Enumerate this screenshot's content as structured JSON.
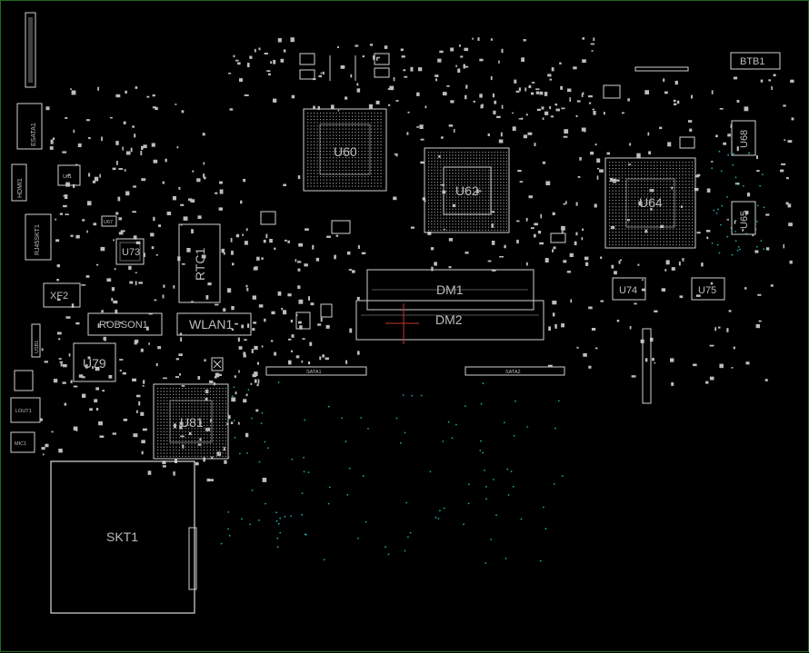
{
  "board": {
    "border_color": "#1f6b1f",
    "background": "#000000",
    "silk_color": "#cfcfcf",
    "via_color": "#1fa6a6"
  },
  "labels": {
    "btb1": "BTB1",
    "esata1": "ESATA1",
    "hdmi1": "HDMI1",
    "rj45skt1": "RJ45SKT1",
    "u61": "U61",
    "u73": "U73",
    "u67": "U67",
    "rtc1": "RTC1",
    "xf2": "XF2",
    "robson1": "ROBSON1",
    "wlan1": "WLAN1",
    "usb1": "USB1",
    "u79": "U79",
    "lout1": "LOUT1",
    "mic1": "MIC1",
    "u81": "U81",
    "skt1": "SKT1",
    "u60": "U60",
    "u62": "U62",
    "u64": "U64",
    "u68": "U68",
    "u65": "U65",
    "u74": "U74",
    "u75": "U75",
    "dm1": "DM1",
    "dm2": "DM2",
    "sata1": "SATA1",
    "sata2": "SATA2"
  }
}
